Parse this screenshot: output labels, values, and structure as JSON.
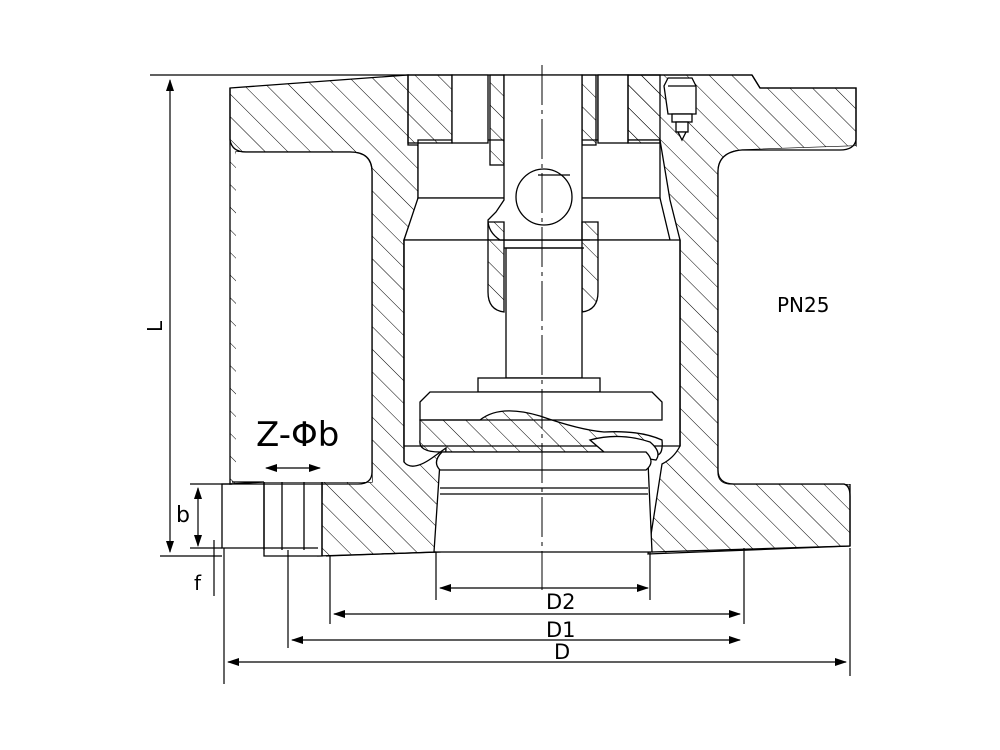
{
  "drawing": {
    "rating": "PN25",
    "dimensions": {
      "length": "L",
      "bolt_holes": "Z-Φb",
      "flange_thickness": "b",
      "raised_face": "f",
      "seal_diameter": "D2",
      "bolt_circle": "D1",
      "outer_diameter": "D"
    }
  },
  "colors": {
    "line": "#000000",
    "background": "#ffffff"
  }
}
